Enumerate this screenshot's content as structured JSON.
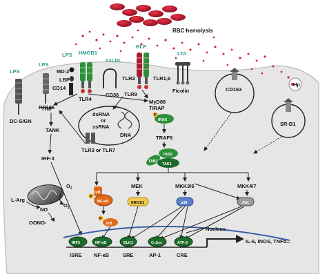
{
  "title": "RBC hemolysis",
  "ligands": {
    "lps1": "LPS",
    "lps2": "LPS",
    "lps3": "LPS",
    "hmgb1": "HMGB1",
    "oxldl": "oxLDL",
    "blp": "BLP",
    "lta": "LTA",
    "hp": "Hp"
  },
  "receptors": {
    "dcsign": "DC-SIGN",
    "rp105": "RP105",
    "md2": "MD-2",
    "lbp": "LBP",
    "cd14": "CD14",
    "tlr4": "TLR4",
    "cd36": "CD36",
    "tlr2": "TLR2",
    "tlr16": "TLR1,6",
    "ficolin": "Ficolin",
    "cd163": "CD163",
    "srb1": "SR-B1"
  },
  "cytoplasm": {
    "trif": "TRIF",
    "tank": "TANK",
    "irf3": "IRF-3",
    "tlr9": "TLR9",
    "myd88": "MyD88",
    "tirap": "TIRAP",
    "irak": "IRAK",
    "p": "P",
    "traf6": "TRAF6",
    "tab2": "TAB2",
    "tak1": "TAK1",
    "tab1": "TAB1",
    "dsrna": "dsRNA",
    "or": "or",
    "ssrna": "ssRNA",
    "dna": "DNA",
    "tlr37": "TLR3 or TLR7"
  },
  "mapk": {
    "mek": "MEK",
    "mkk36": "MKK3/6",
    "mkk47": "MKK4/7",
    "erk": "ERK1/2",
    "p38": "p38",
    "jnk": "JNK"
  },
  "nfkb": {
    "ikb": "IκB",
    "p": "P",
    "nfkb": "NF-κB",
    "p2": "P",
    "ikb2": "IκB"
  },
  "no": {
    "larg": "L-Arg",
    "o2a": "O",
    "o2a_sub": "2",
    "o2b": "O",
    "o2b_sub": "2",
    "no": "NO",
    "ooono": "OONO-"
  },
  "nucleus": {
    "label": "Nucleus",
    "tf": [
      "IRF3",
      "NF-κB",
      "ELK1",
      "C-Jun",
      "ATF-2"
    ],
    "sites": [
      "ISRE",
      "NF-κB",
      "SRE",
      "AP-1",
      "CRE"
    ],
    "output": "IL-6, iNOS, TNFα..."
  }
}
